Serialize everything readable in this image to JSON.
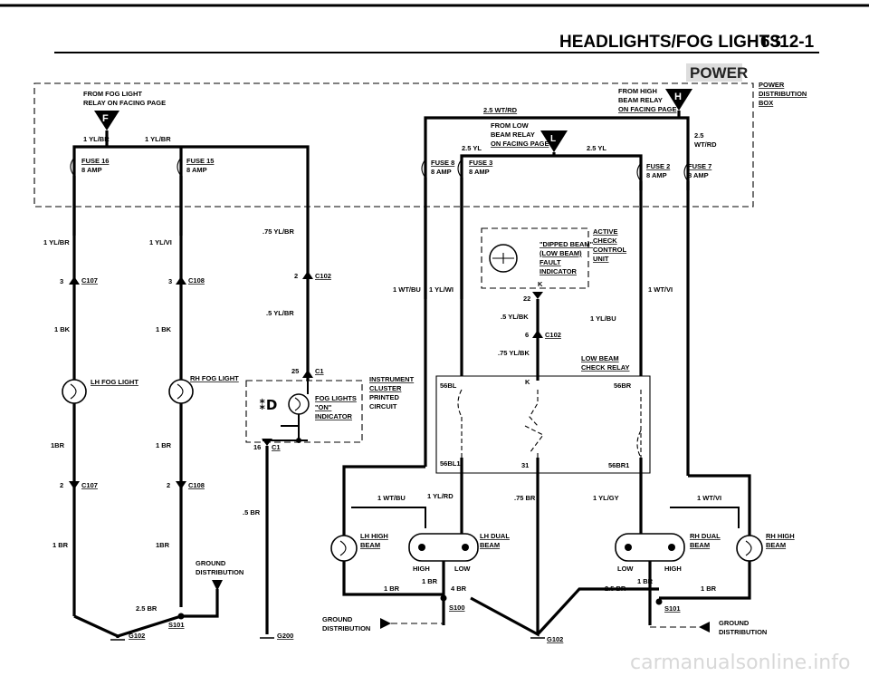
{
  "header": {
    "title": "HEADLIGHTS/FOG LIGHTS",
    "page_code": "6312-1"
  },
  "power_label": "POWER",
  "power_box": [
    "POWER",
    "DISTRIBUTION",
    "BOX"
  ],
  "sources": {
    "f": {
      "letter": "F",
      "lines": [
        "FROM FOG LIGHT",
        "RELAY ON FACING PAGE"
      ]
    },
    "h": {
      "letter": "H",
      "lines": [
        "FROM HIGH",
        "BEAM RELAY",
        "ON FACING PAGE"
      ]
    },
    "l": {
      "letter": "L",
      "lines": [
        "FROM LOW",
        "BEAM RELAY",
        "ON FACING PAGE"
      ]
    }
  },
  "fuses": [
    {
      "name": "FUSE 16",
      "rating": "8 AMP"
    },
    {
      "name": "FUSE 15",
      "rating": "8 AMP"
    },
    {
      "name": "FUSE 8",
      "rating": "8 AMP"
    },
    {
      "name": "FUSE 3",
      "rating": "8 AMP"
    },
    {
      "name": "FUSE 2",
      "rating": "8 AMP"
    },
    {
      "name": "FUSE 7",
      "rating": "8 AMP"
    }
  ],
  "wires": {
    "w1": "1 YL/BR",
    "w2": "1 YL/BR",
    "w3": "2.5 WT/RD",
    "w4": "2.5 YL",
    "w5": "2.5 YL",
    "w6": "2.5",
    "w7": "WT/RD",
    "w8": "1 YL/BR",
    "w9": "1 YL/VI",
    "w10": ".75 YL/BR",
    "w11": ".5 YL/BR",
    "w12": "1 WT/BU",
    "w13": "1 YL/WI",
    "w14": "1 WT/VI",
    "w15": ".5 YL/BK",
    "w16": "1 YL/BU",
    "w17": ".75 YL/BK",
    "w18": "1 BK",
    "w19": "1 BK",
    "w20": "1BR",
    "w21": "1 BR",
    "w22": "1 BR",
    "w23": "1BR",
    "w24": "2.5 BR",
    "w25": ".5 BR",
    "w26": "1 WT/BU",
    "w27": "1 YL/RD",
    "w28": ".75 BR",
    "w29": "1 YL/GY",
    "w30": "1 WT/VI",
    "w31": "1 BR",
    "w32": "1 BR",
    "w33": "4 BR",
    "w34": "2.5 BR",
    "w35": "1 BR",
    "w36": "1 BR"
  },
  "connectors": {
    "c107a": {
      "pin": "3",
      "name": "C107"
    },
    "c108a": {
      "pin": "3",
      "name": "C108"
    },
    "c102a": {
      "pin": "2",
      "name": "C102"
    },
    "c107b": {
      "pin": "2",
      "name": "C107"
    },
    "c108b": {
      "pin": "2",
      "name": "C108"
    },
    "c102b": {
      "pin": "6",
      "name": "C102"
    },
    "c1a": {
      "pin": "25",
      "name": "C1"
    },
    "c1b": {
      "pin": "16",
      "name": "C1"
    }
  },
  "lights": {
    "lh_fog": "LH FOG LIGHT",
    "rh_fog": "RH FOG LIGHT",
    "lh_high": [
      "LH HIGH",
      "BEAM"
    ],
    "lh_dual": [
      "LH DUAL",
      "BEAM"
    ],
    "rh_dual": [
      "RH DUAL",
      "BEAM"
    ],
    "rh_high": [
      "RH HIGH",
      "BEAM"
    ]
  },
  "beam_labels": {
    "high1": "HIGH",
    "low1": "LOW",
    "low2": "LOW",
    "high2": "HIGH"
  },
  "instrument_cluster": {
    "title": [
      "INSTRUMENT",
      "CLUSTER"
    ],
    "sub": [
      "PRINTED",
      "CIRCUIT"
    ],
    "indicator": [
      "FOG LIGHTS",
      "\"ON\"",
      "INDICATOR"
    ]
  },
  "check_control": {
    "title": [
      "ACTIVE",
      "CHECK",
      "CONTROL",
      "UNIT"
    ],
    "fault": [
      "\"DIPPED BEAM\"",
      "(LOW BEAM)",
      "FAULT",
      "INDICATOR"
    ],
    "pin_k": "K",
    "pin_22": "22"
  },
  "relay": {
    "title": [
      "LOW BEAM",
      "CHECK RELAY"
    ],
    "pins": {
      "k": "K",
      "p56bl": "56BL",
      "p56br": "56BR",
      "p56bl1": "56BL1",
      "p31": "31",
      "p56br1": "56BR1"
    }
  },
  "grounds": {
    "dist_a": [
      "GROUND",
      "DISTRIBUTION"
    ],
    "dist_b": [
      "GROUND",
      "DISTRIBUTION"
    ],
    "dist_c": [
      "GROUND",
      "DISTRIBUTION"
    ],
    "s101a": "S101",
    "s100": "S100",
    "s101b": "S101",
    "g102a": "G102",
    "g200": "G200",
    "g102b": "G102"
  },
  "watermark": "carmanualsonline.info"
}
